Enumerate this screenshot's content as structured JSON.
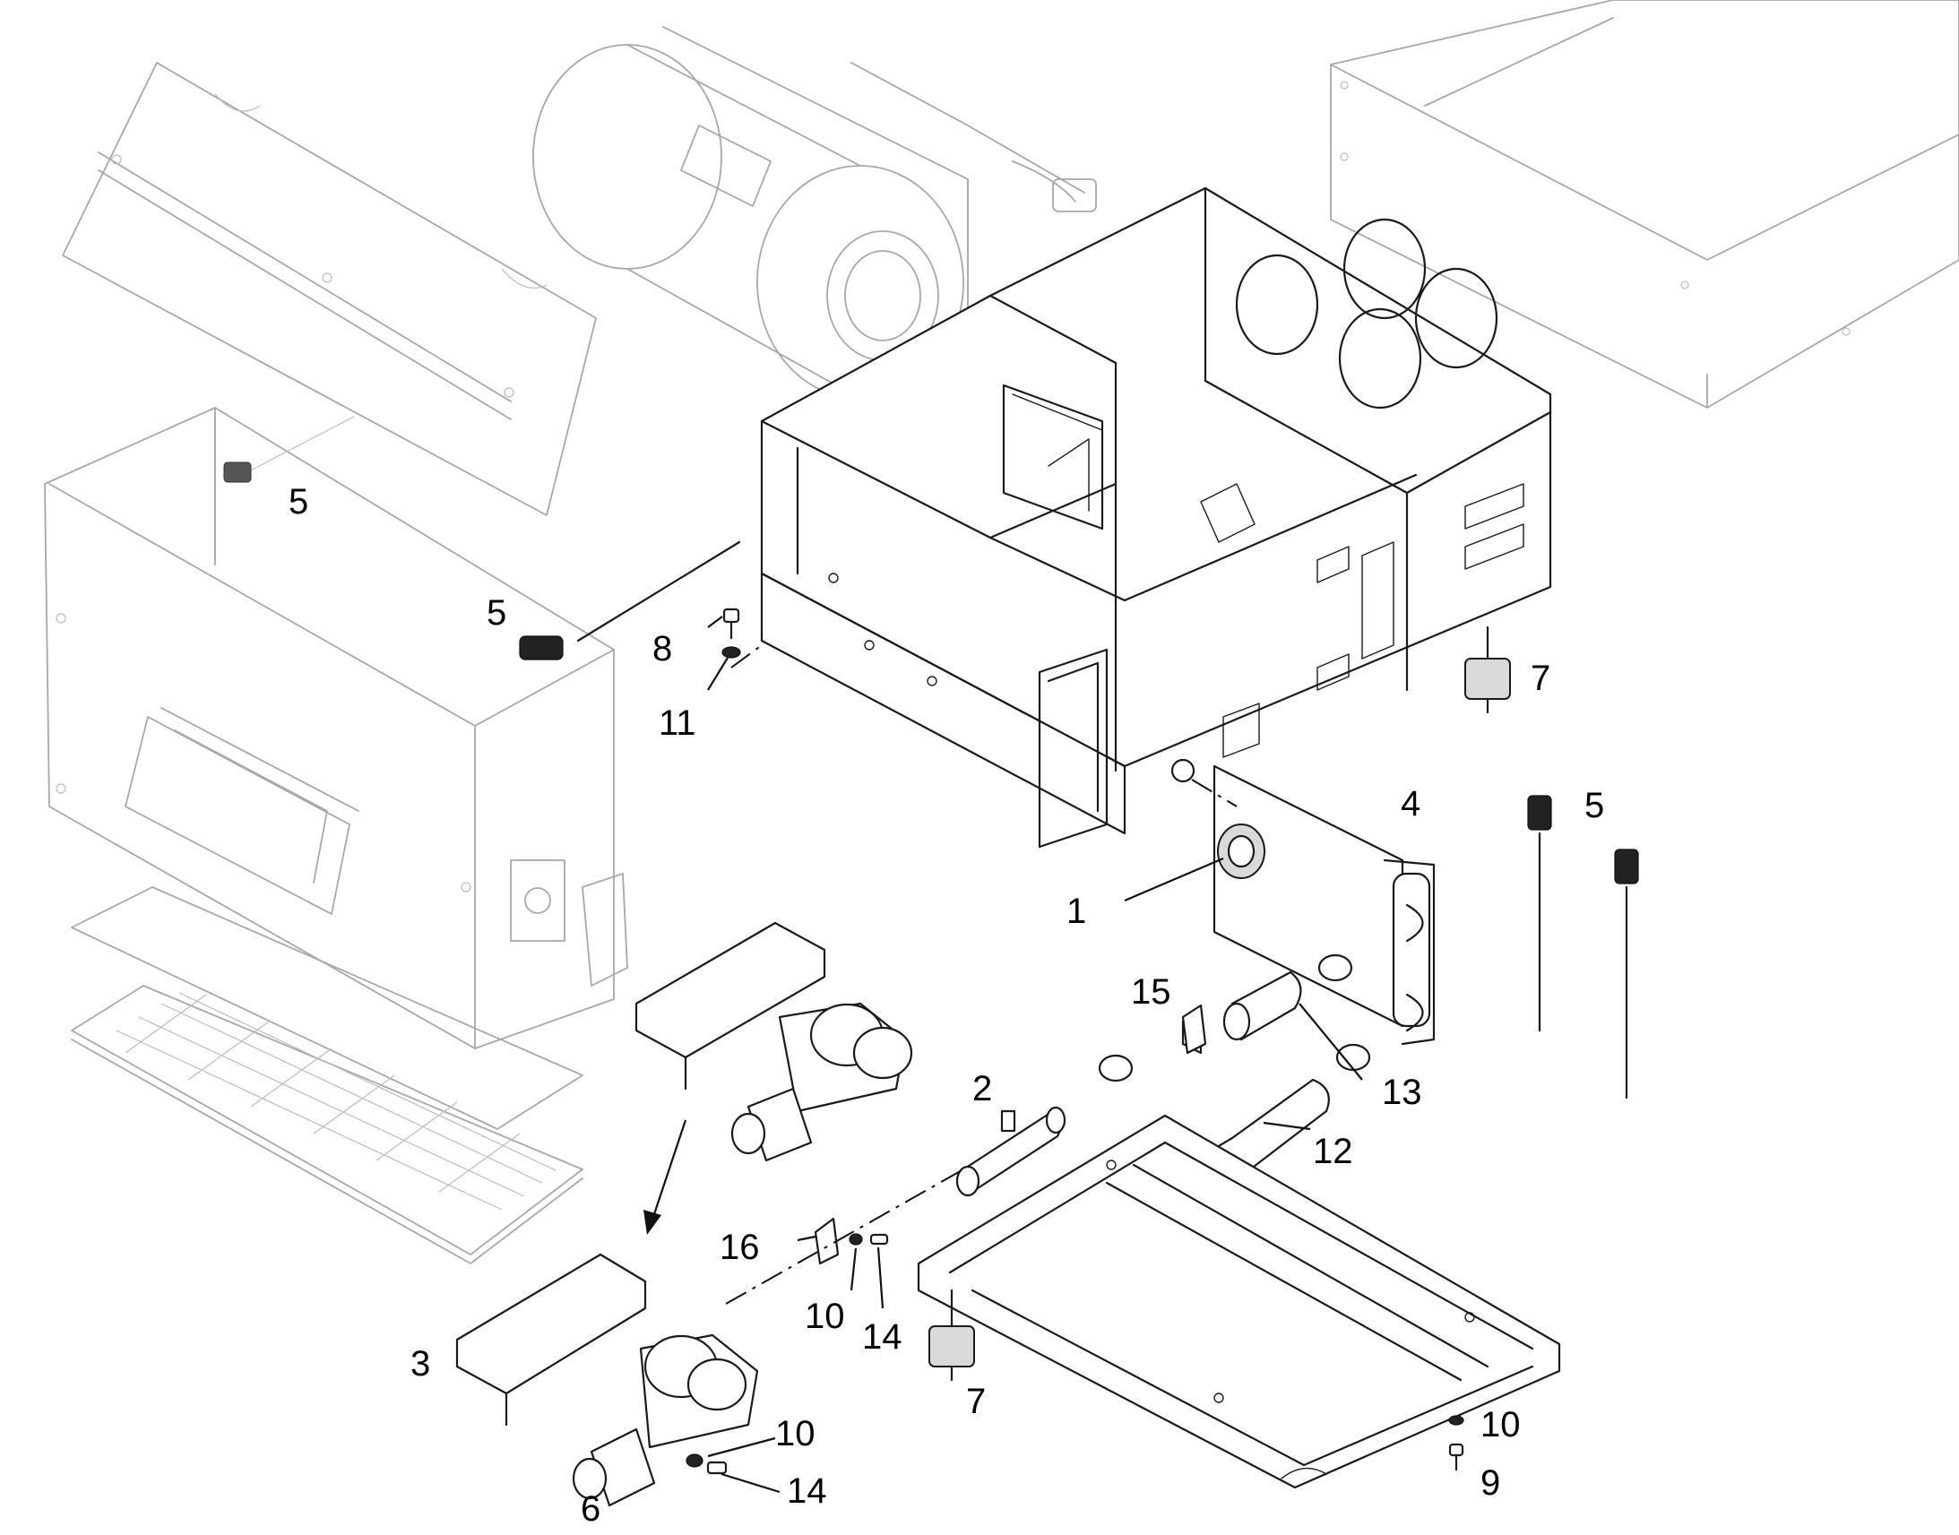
{
  "callouts": {
    "c1": "1",
    "c2": "2",
    "c3": "3",
    "c4": "4",
    "c5a": "5",
    "c5b": "5",
    "c5c": "5",
    "c6": "6",
    "c7a": "7",
    "c7b": "7",
    "c8": "8",
    "c9": "9",
    "c10a": "10",
    "c10b": "10",
    "c10c": "10",
    "c11": "11",
    "c12": "12",
    "c13": "13",
    "c14a": "14",
    "c14b": "14",
    "c15": "15",
    "c16": "16"
  },
  "colors": {
    "ink": "#1a1a1a",
    "ghost": "#a8a8a8",
    "background": "#ffffff"
  }
}
